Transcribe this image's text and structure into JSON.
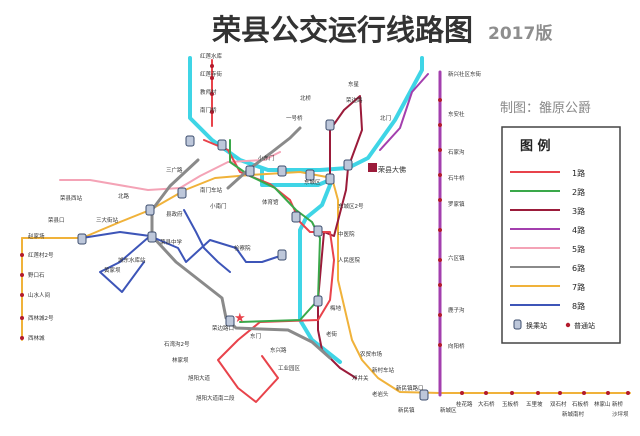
{
  "header": {
    "title": "荣县公交运行线路图",
    "edition": "2017版",
    "author": "制图：雒原公爵"
  },
  "legend": {
    "title": "图  例",
    "routes": [
      {
        "label": "1路",
        "color": "#e8434b"
      },
      {
        "label": "2路",
        "color": "#3aa84a"
      },
      {
        "label": "3路",
        "color": "#9b1b3a"
      },
      {
        "label": "4路",
        "color": "#a33fae"
      },
      {
        "label": "5路",
        "color": "#f4a3b6"
      },
      {
        "label": "6路",
        "color": "#8a8a8a"
      },
      {
        "label": "7路",
        "color": "#f0b23a"
      },
      {
        "label": "8路",
        "color": "#3d55b8"
      }
    ],
    "hub_label": "换乘站",
    "stop_label": "普通站"
  },
  "colors": {
    "cyan": "#3fd5e6",
    "hub": "#bdc7da"
  },
  "stations": {
    "n_top": [
      "红莲水库",
      "红莲寺街",
      "教师村",
      "南门桥"
    ],
    "w_col": [
      "赵家场",
      "红莲村2号",
      "野口石",
      "山水人间",
      "西林城2号",
      "西林城"
    ],
    "w_misc": [
      "荣县西站",
      "荣县口",
      "黄家坝",
      "北路",
      "三大街站",
      "城东水库站",
      "三广路"
    ],
    "center": [
      "荣县大佛",
      "小东门",
      "南门车站",
      "小南门",
      "体育馆",
      "县政府",
      "检察院",
      "荣县中学",
      "东城区",
      "东城区2号",
      "中医院",
      "人民医院"
    ],
    "se_col": [
      "东星",
      "荣边路",
      "北门",
      "北桥",
      "一号桥",
      "梅地",
      "老街",
      "农贸市场",
      "新村车站",
      "东兴路",
      "工业园区",
      "东门"
    ],
    "east_col": [
      "新兴社区东街",
      "东安社",
      "石家沟",
      "石牛桥",
      "罗家镇",
      "六区镇",
      "鹿子沟",
      "向阳桥",
      "新城区"
    ],
    "south_col": [
      "邓井关",
      "老岩头",
      "旭阳大道",
      "旭阳大道南二段",
      "林家坝",
      "石湾沟2号",
      "荣边路口",
      "新民镇路口",
      "新民镇"
    ],
    "bottom_row": [
      "桂花路",
      "大石桥",
      "玉板桥",
      "五里坡",
      "双石村",
      "石板桥",
      "林家山",
      "沙坪坝",
      "新城南村",
      "新桥"
    ]
  }
}
